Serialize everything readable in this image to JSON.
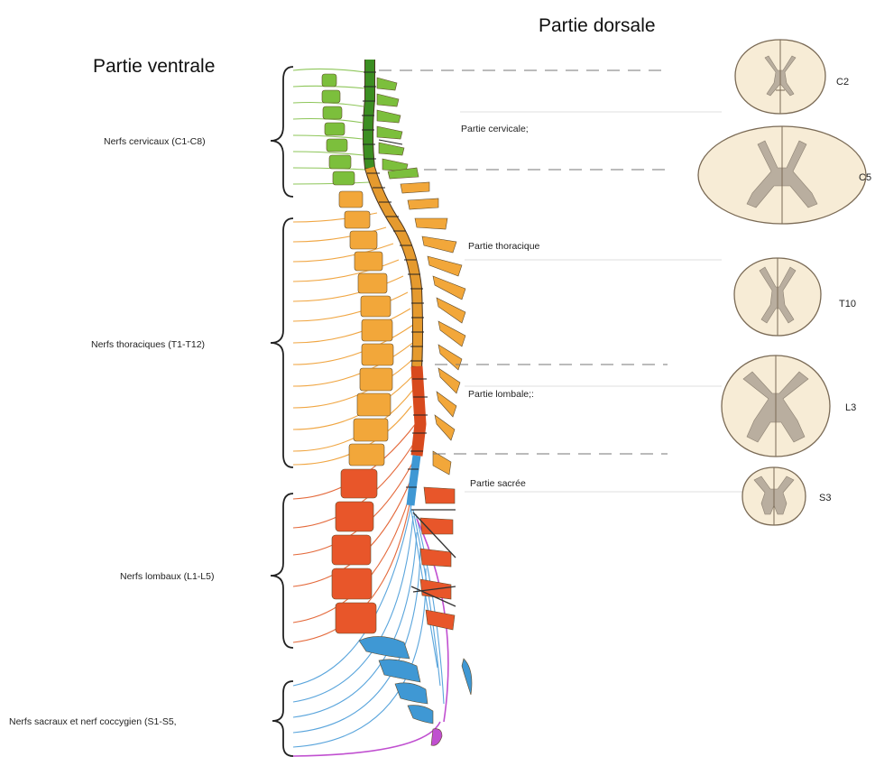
{
  "titles": {
    "ventral": "Partie ventrale",
    "dorsal": "Partie dorsale"
  },
  "nerve_groups": {
    "cervical": "Nerfs cervicaux (C1-C8)",
    "thoracic": "Nerfs thoraciques (T1-T12)",
    "lumbar": "Nerfs lombaux (L1-L5)",
    "sacral": "Nerfs sacraux et nerf coccygien (S1-S5,"
  },
  "spine_parts": {
    "cervical": "Partie cervicale;",
    "thoracic": "Partie thoracique",
    "lumbar": "Partie lombale;:",
    "sacral": "Partie sacrée"
  },
  "sections": {
    "c2": "C2",
    "c5": "C5",
    "t10": "T10",
    "l3": "L3",
    "s3": "S3"
  },
  "colors": {
    "cervical": "#7cbf3c",
    "thoracic": "#f2a73a",
    "lumbar": "#e8562a",
    "sacral": "#3f98d4",
    "coccygeal": "#c04fd0",
    "cord_tissue": "#f7ecd6",
    "grey_matter": "#b9ae9f"
  }
}
